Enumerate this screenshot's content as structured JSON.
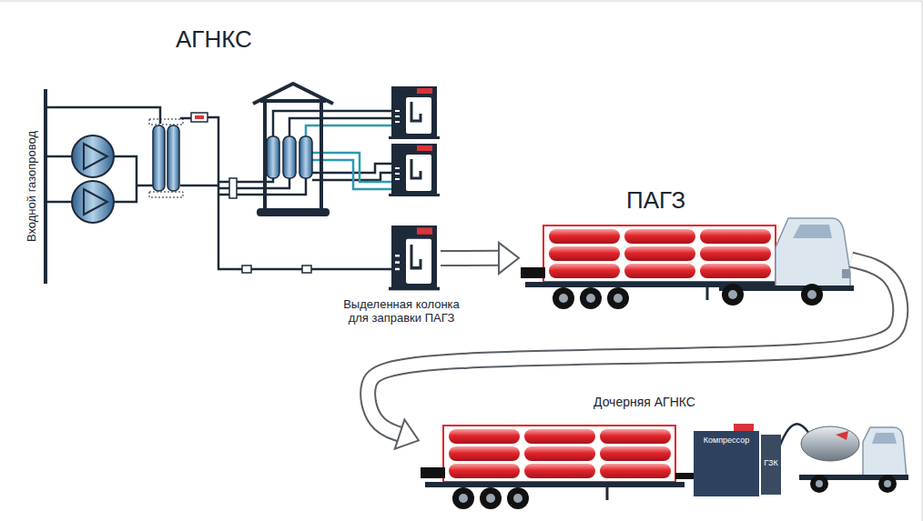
{
  "diagram": {
    "nodes": [
      {
        "text": [
          "Выделенная колонка для заправки ПАГЗ"
        ]
      },
      {
        "text": [
          "ПАГЗ"
        ]
      },
      {
        "text": [
          "Дочерняя АГНКС"
        ]
      },
      {
        "text": [
          "Компрессор"
        ]
      },
      {
        "text": [
          "ГЗК"
        ]
      }
    ],
    "edges": [
      {
        "from": 0,
        "to": 1,
        "arrow": "to"
      },
      {
        "from": 1,
        "to": 2,
        "arrow": "to"
      }
    ],
    "labels": [
      "АГНКС",
      "Входной газопровод"
    ]
  }
}
